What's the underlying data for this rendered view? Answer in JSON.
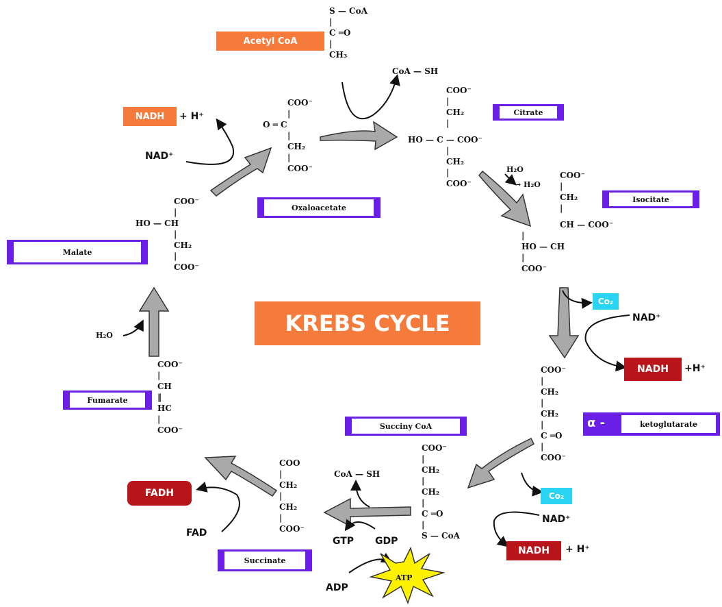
{
  "title": "KREBS CYCLE",
  "compounds": {
    "acetyl_coa": "Acetyl CoA",
    "citrate": "Citrate",
    "isocitate": "Isocitate",
    "alpha_symbol": "α -",
    "ketoglutarate": "ketoglutarate",
    "succiny_coa": "Succiny CoA",
    "succinate": "Succinate",
    "fumarate": "Fumarate",
    "malate": "Malate",
    "oxaloacetate": "Oxaloacetate"
  },
  "cofactors": {
    "nadh": "NADH",
    "h_plus": "+ H⁺",
    "h_plus_tight": "+H⁺",
    "nad_plus": "NAD⁺",
    "coa_sh": "CoA — SH",
    "h2o": "H₂O",
    "arrow_h2o": "→ H₂O",
    "co2": "Co₂",
    "fadh": "FADH",
    "fad": "FAD",
    "gtp": "GTP",
    "gdp": "GDP",
    "adp": "ADP",
    "atp": "ATP"
  },
  "structures": {
    "acetyl": "S — CoA\n|\nC ═O\n|\nCH₃",
    "citrate_top": "COO⁻\n|\nCH₂\n|",
    "citrate_mid": "HO — C — COO⁻",
    "citrate_bot": "|\nCH₂\n|\nCOO⁻",
    "isocitrate_top": "COO⁻\n|\nCH₂\n|",
    "isocitrate_mid1": "CH — COO⁻",
    "isocitrate_mid2": "|\nHO — CH\n|\nCOO⁻",
    "ketoglutarate": "COO⁻\n|\nCH₂\n|\nCH₂\n|\nC ═O\n|\nCOO⁻",
    "succinyl": "COO⁻\n|\nCH₂\n|\nCH₂\n|\nC ═O\n|\nS — CoA",
    "succinate": "COO\n|\nCH₂\n|\nCH₂\n|\nCOO⁻",
    "fumarate": "COO⁻\n|\nCH\n‖\nHC\n|\nCOO⁻",
    "malate_top": "COO⁻\n|",
    "malate_mid": "HO — CH",
    "malate_bot": "|\nCH₂\n|\nCOO⁻",
    "oxaloacetate_top": "COO⁻\n|",
    "oxaloacetate_mid": "O ═ C",
    "oxaloacetate_bot": "|\nCH₂\n|\nCOO⁻"
  },
  "colors": {
    "orange": "#f47b3c",
    "purple": "#6a1fe6",
    "red": "#b8151b",
    "cyan": "#2ad4f2",
    "arrow_gray": "#a9a9a9",
    "star_yellow": "#fff200"
  }
}
